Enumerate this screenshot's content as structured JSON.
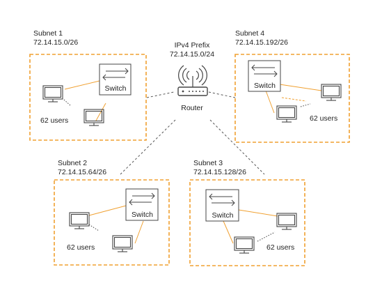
{
  "router": {
    "prefix_title": "IPv4 Prefix",
    "prefix": "72.14.15.0/24",
    "label": "Router"
  },
  "subnets": [
    {
      "name": "Subnet 1",
      "cidr": "72.14.15.0/26",
      "switch_label": "Switch",
      "users": "62 users"
    },
    {
      "name": "Subnet 2",
      "cidr": "72.14.15.64/26",
      "switch_label": "Switch",
      "users": "62 users"
    },
    {
      "name": "Subnet 3",
      "cidr": "72.14.15.128/26",
      "switch_label": "Switch",
      "users": "62 users"
    },
    {
      "name": "Subnet 4",
      "cidr": "72.14.15.192/26",
      "switch_label": "Switch",
      "users": "62 users"
    }
  ],
  "colors": {
    "subnet_border": "#f0a030",
    "link": "#f0a030",
    "uplink": "#555555",
    "device": "#444444"
  }
}
